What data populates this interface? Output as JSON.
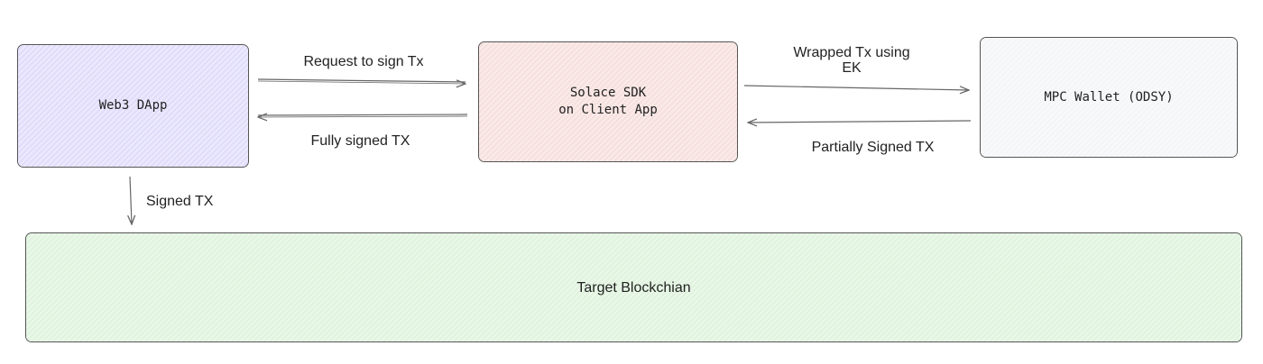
{
  "nodes": {
    "web3_dapp": {
      "label": "Web3 DApp",
      "fill": "#e0dcfb"
    },
    "solace_sdk": {
      "label": "Solace SDK\non Client App",
      "fill": "#f6dfdd"
    },
    "mpc_wallet": {
      "label": "MPC Wallet (ODSY)",
      "fill": "#f4f5f7"
    },
    "target_chain": {
      "label": "Target Blockchian",
      "fill": "#def3dd"
    }
  },
  "edges": {
    "request_sign": "Request to sign Tx",
    "fully_signed": "Fully signed TX",
    "wrapped_tx": "Wrapped Tx using\nEK",
    "partially_signed": "Partially Signed TX",
    "signed_tx": "Signed TX"
  },
  "colors": {
    "stroke": "#555555",
    "arrow": "#666666",
    "text": "#222222"
  }
}
